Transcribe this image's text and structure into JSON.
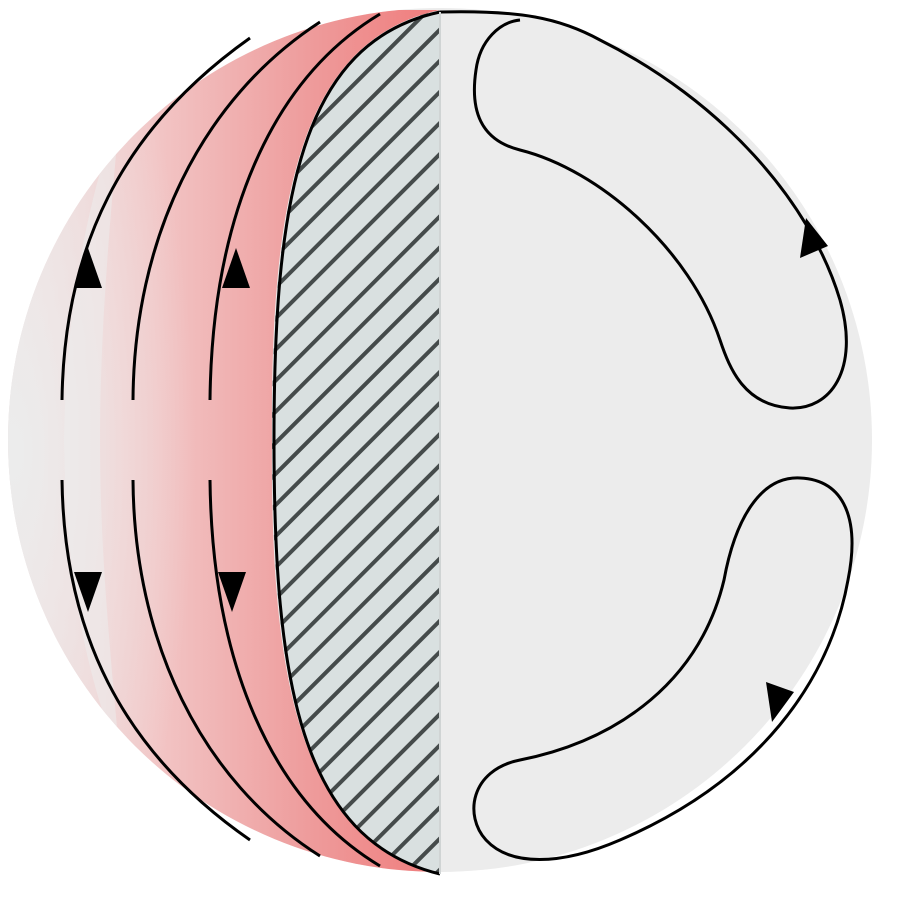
{
  "diagram": {
    "type": "sphere-flow-diagram",
    "colors": {
      "sphere_fill": "#ececec",
      "warm_band": "#ef8f8f",
      "warm_band_light": "#f4c4c4",
      "hatch_background": "#d9e0e0",
      "hatch_line": "#454b4b",
      "line": "#000000"
    },
    "left_hemisphere": {
      "shading": "warm-red-gradient",
      "flow_lines": 4,
      "arrow_directions": [
        "up",
        "down",
        "up",
        "down"
      ]
    },
    "hatched_region": {
      "pattern": "diagonal-stripes"
    },
    "right_hemisphere": {
      "loops": 2,
      "arrow_directions": [
        "up",
        "down"
      ]
    }
  }
}
